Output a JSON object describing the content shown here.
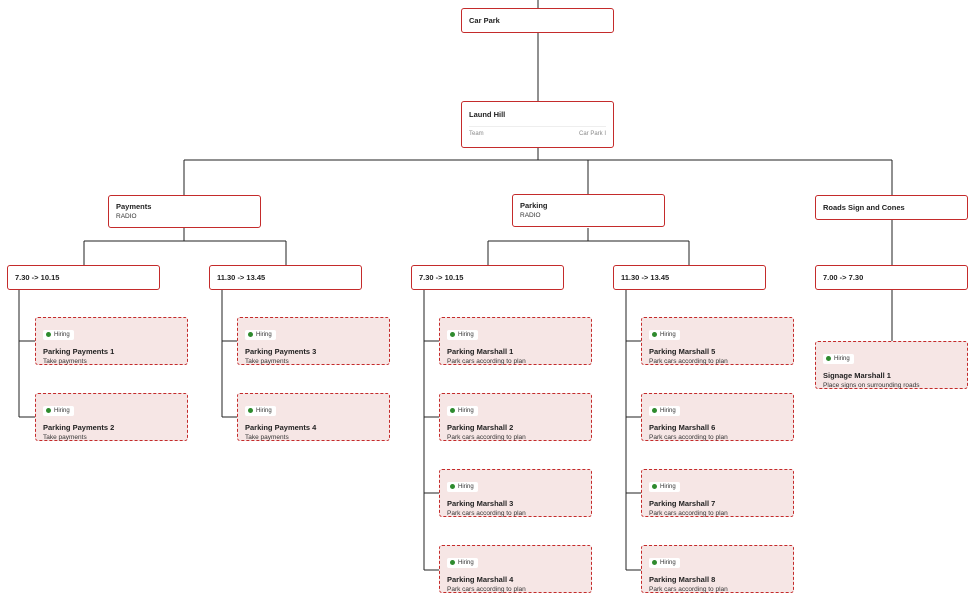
{
  "root": {
    "title": "Car Park"
  },
  "site": {
    "title": "Laund Hill",
    "meta_label": "Team",
    "meta_value": "Car Park I"
  },
  "departments": [
    {
      "title": "Payments",
      "subtitle": "RADIO"
    },
    {
      "title": "Parking",
      "subtitle": "RADIO"
    },
    {
      "title": "Roads Sign and Cones"
    }
  ],
  "shifts": [
    "7.30 -> 10.15",
    "11.30 -> 13.45",
    "7.30 -> 10.15",
    "11.30 -> 13.45",
    "7.00 -> 7.30"
  ],
  "badge_label": "Hiring",
  "roles": [
    {
      "title": "Parking Payments 1",
      "desc": "Take payments"
    },
    {
      "title": "Parking Payments 2",
      "desc": "Take payments"
    },
    {
      "title": "Parking Payments 3",
      "desc": "Take payments"
    },
    {
      "title": "Parking Payments 4",
      "desc": "Take payments"
    },
    {
      "title": "Parking Marshall 1",
      "desc": "Park cars according to plan"
    },
    {
      "title": "Parking Marshall 2",
      "desc": "Park cars according to plan"
    },
    {
      "title": "Parking Marshall 3",
      "desc": "Park cars according to plan"
    },
    {
      "title": "Parking Marshall 4",
      "desc": "Park cars according to plan"
    },
    {
      "title": "Parking Marshall 5",
      "desc": "Park cars according to plan"
    },
    {
      "title": "Parking Marshall 6",
      "desc": "Park cars according to plan"
    },
    {
      "title": "Parking Marshall 7",
      "desc": "Park cars according to plan"
    },
    {
      "title": "Parking Marshall 8",
      "desc": "Park cars according to plan"
    },
    {
      "title": "Signage Marshall 1",
      "desc": "Place signs on surrounding roads"
    }
  ],
  "colors": {
    "border": "#c42b2b",
    "card_fill": "#f6e6e5",
    "hiring_dot": "#2e8b2e",
    "connector": "#222222"
  }
}
